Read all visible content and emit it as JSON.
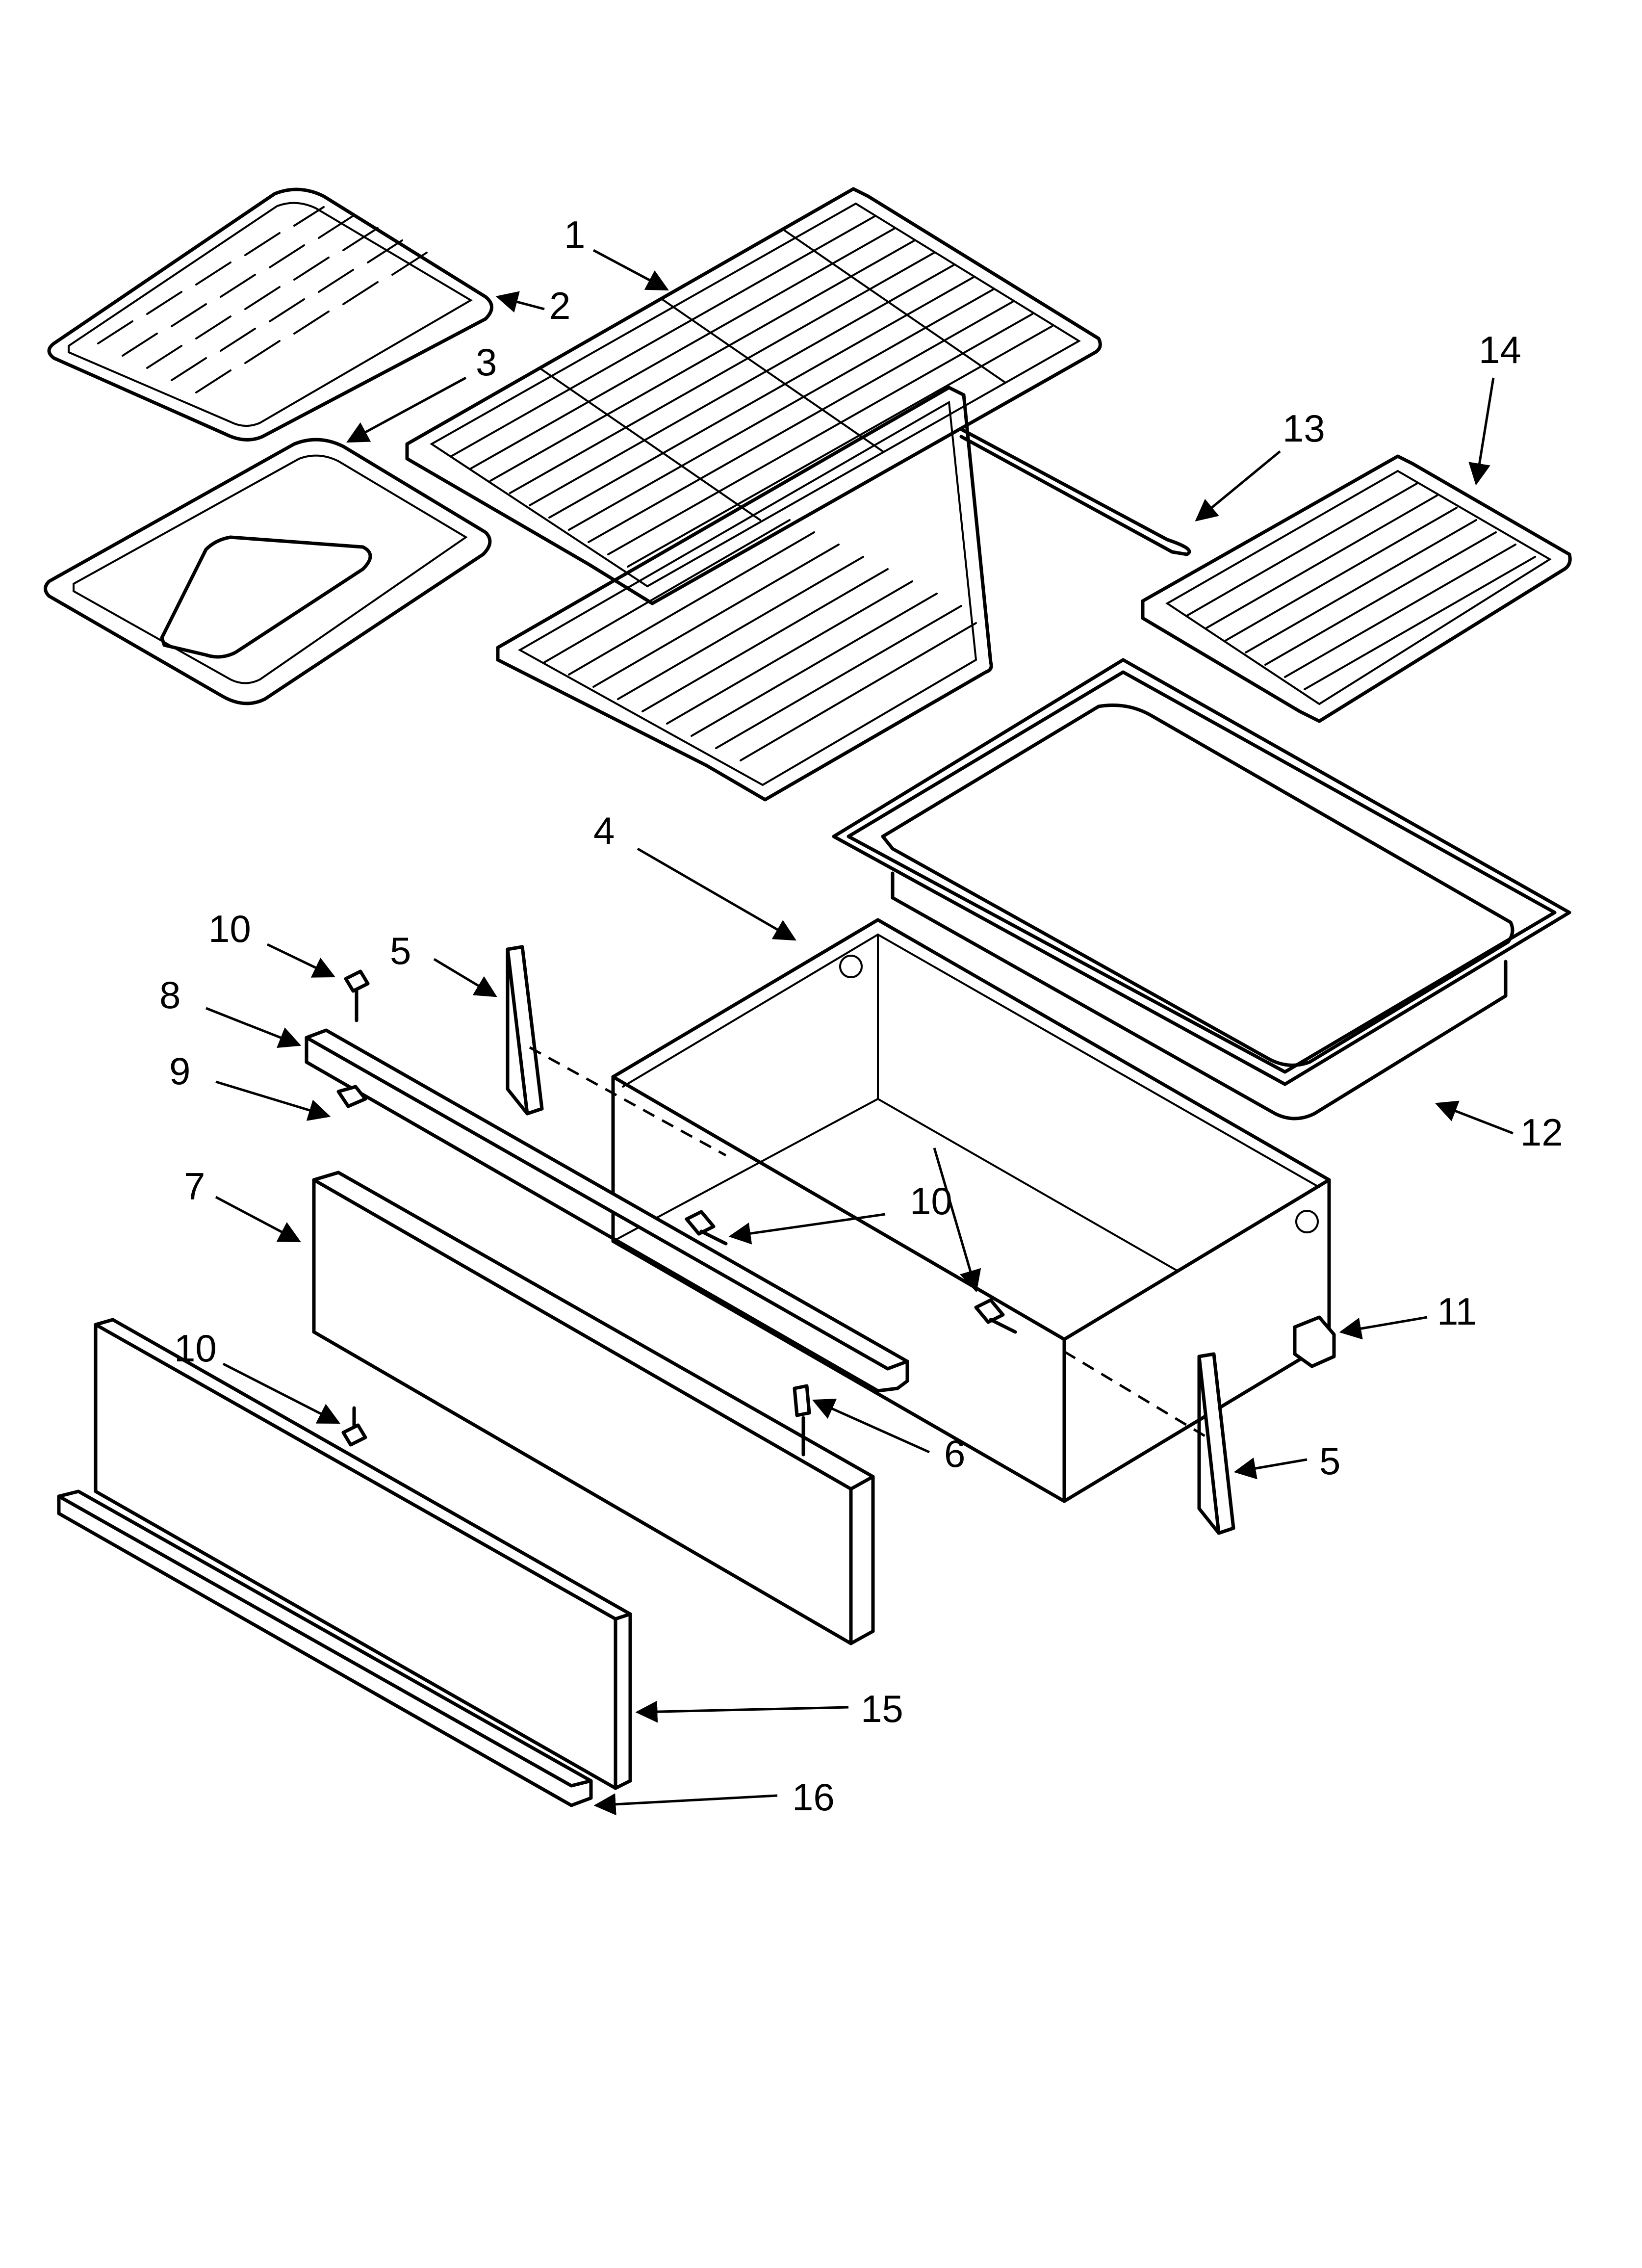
{
  "callouts": {
    "c1": "1",
    "c2": "2",
    "c3": "3",
    "c4": "4",
    "c5a": "5",
    "c5b": "5",
    "c6": "6",
    "c7": "7",
    "c8": "8",
    "c9": "9",
    "c10a": "10",
    "c10b": "10",
    "c10c": "10",
    "c10d": "10",
    "c11": "11",
    "c12": "12",
    "c13": "13",
    "c14": "14",
    "c15": "15",
    "c16": "16"
  }
}
